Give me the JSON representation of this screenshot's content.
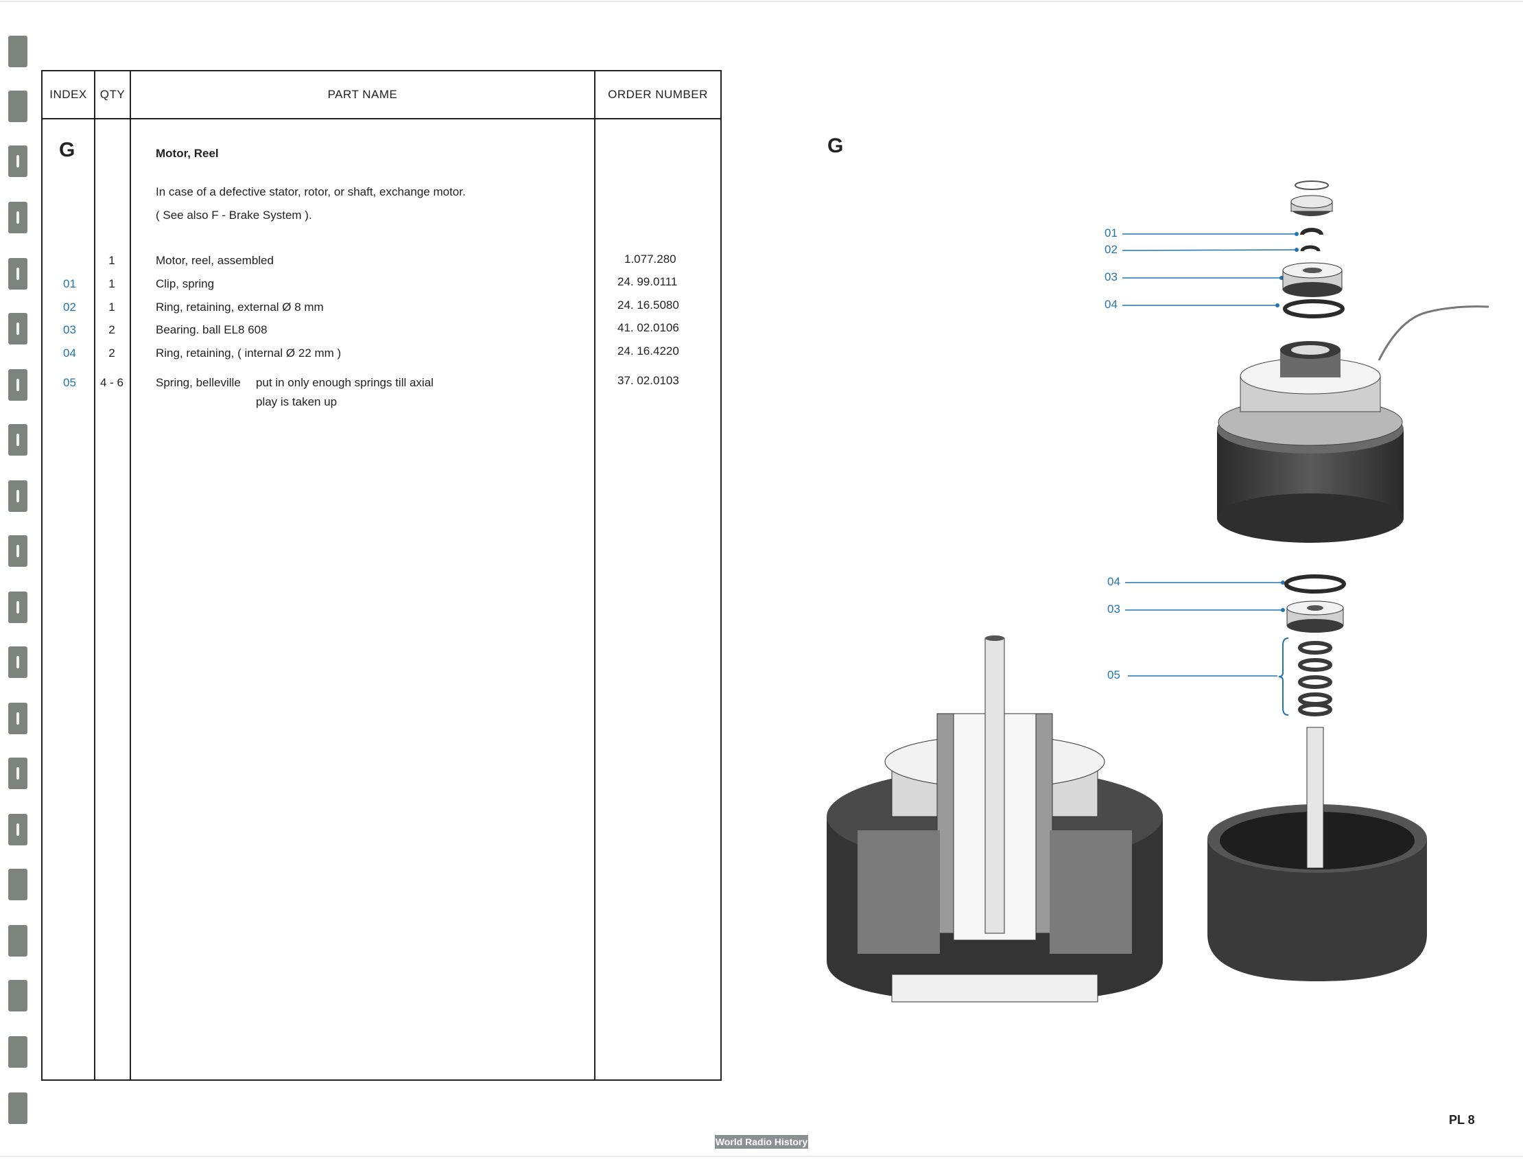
{
  "table": {
    "headers": {
      "index": "INDEX",
      "qty": "QTY",
      "part_name": "PART NAME",
      "order_number": "ORDER NUMBER"
    },
    "group_letter": "G",
    "group_title": "Motor, Reel",
    "note_line1": "In case of a defective stator, rotor, or shaft, exchange motor.",
    "note_line2": "( See also F - Brake System ).",
    "rows": [
      {
        "index": "",
        "qty": "1",
        "name": "Motor, reel, assembled",
        "order": "1.077.280"
      },
      {
        "index": "01",
        "qty": "1",
        "name": "Clip, spring",
        "order": "24. 99.0111"
      },
      {
        "index": "02",
        "qty": "1",
        "name": "Ring, retaining, external Ø 8 mm",
        "order": "24. 16.5080"
      },
      {
        "index": "03",
        "qty": "2",
        "name": "Bearing. ball EL8 608",
        "order": "41. 02.0106"
      },
      {
        "index": "04",
        "qty": "2",
        "name": "Ring, retaining, ( internal Ø 22 mm )",
        "order": "24. 16.4220"
      },
      {
        "index": "05",
        "qty": "4 - 6",
        "name": "Spring, belleville",
        "order": "37. 02.0103"
      }
    ],
    "spring_note_line1": "put in only enough springs till axial",
    "spring_note_line2": "play is taken up"
  },
  "diagram": {
    "group_letter": "G",
    "callouts": [
      "01",
      "02",
      "03",
      "04",
      "04",
      "03",
      "05"
    ]
  },
  "page_label": "PL 8",
  "footer": "World Radio History",
  "colors": {
    "index_blue": "#1f74b5",
    "tab_grey": "#7d847e",
    "motor_dark": "#3a3a3a"
  }
}
